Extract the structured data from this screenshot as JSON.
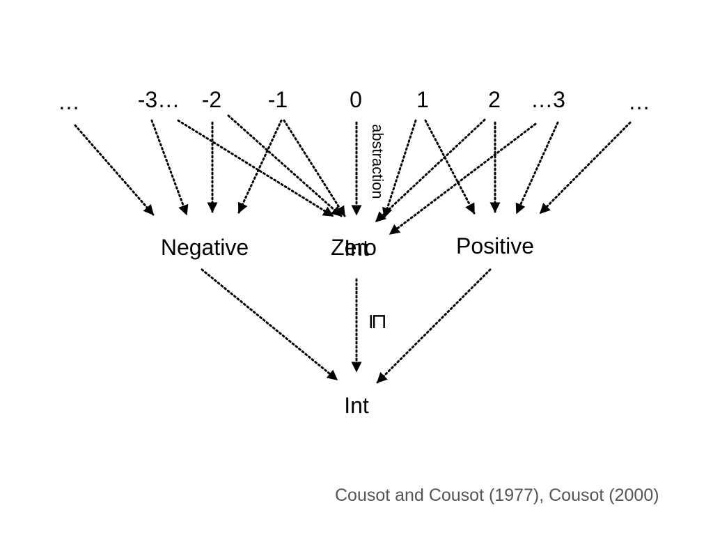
{
  "concrete_values": [
    {
      "id": "ellipsis-left",
      "text": "…"
    },
    {
      "id": "minus-3",
      "text": "-3…"
    },
    {
      "id": "minus-2",
      "text": "-2"
    },
    {
      "id": "minus-1",
      "text": "-1"
    },
    {
      "id": "zero",
      "text": "0"
    },
    {
      "id": "one",
      "text": "1"
    },
    {
      "id": "two",
      "text": "2"
    },
    {
      "id": "three",
      "text": "…3"
    },
    {
      "id": "ellipsis-right",
      "text": "…"
    }
  ],
  "abstract_values": {
    "negative": "Negative",
    "zero": "Zero",
    "int_overlap": "Int",
    "positive": "Positive",
    "int": "Int"
  },
  "annotations": {
    "abstraction": "abstraction",
    "order_symbol": "⊑"
  },
  "citation": "Cousot and Cousot (1977), Cousot (2000)",
  "edges": [
    {
      "from": "…",
      "to": "Negative"
    },
    {
      "from": "-3…",
      "to": "Negative"
    },
    {
      "from": "-3…",
      "to": "Zero"
    },
    {
      "from": "-2",
      "to": "Negative"
    },
    {
      "from": "-2",
      "to": "Zero"
    },
    {
      "from": "-1",
      "to": "Negative"
    },
    {
      "from": "-1",
      "to": "Zero"
    },
    {
      "from": "0",
      "to": "Zero"
    },
    {
      "from": "1",
      "to": "Zero"
    },
    {
      "from": "1",
      "to": "Positive"
    },
    {
      "from": "2",
      "to": "Zero"
    },
    {
      "from": "2",
      "to": "Positive"
    },
    {
      "from": "…3",
      "to": "Zero"
    },
    {
      "from": "…3",
      "to": "Positive"
    },
    {
      "from": "…",
      "to": "Positive"
    },
    {
      "from": "Negative",
      "to": "Int"
    },
    {
      "from": "Zero",
      "to": "Int"
    },
    {
      "from": "Positive",
      "to": "Int"
    }
  ],
  "colors": {
    "ink": "#000000",
    "citation": "#555555",
    "background": "#ffffff"
  },
  "style": {
    "edge_line": "dotted",
    "arrowhead": "filled-triangle"
  }
}
